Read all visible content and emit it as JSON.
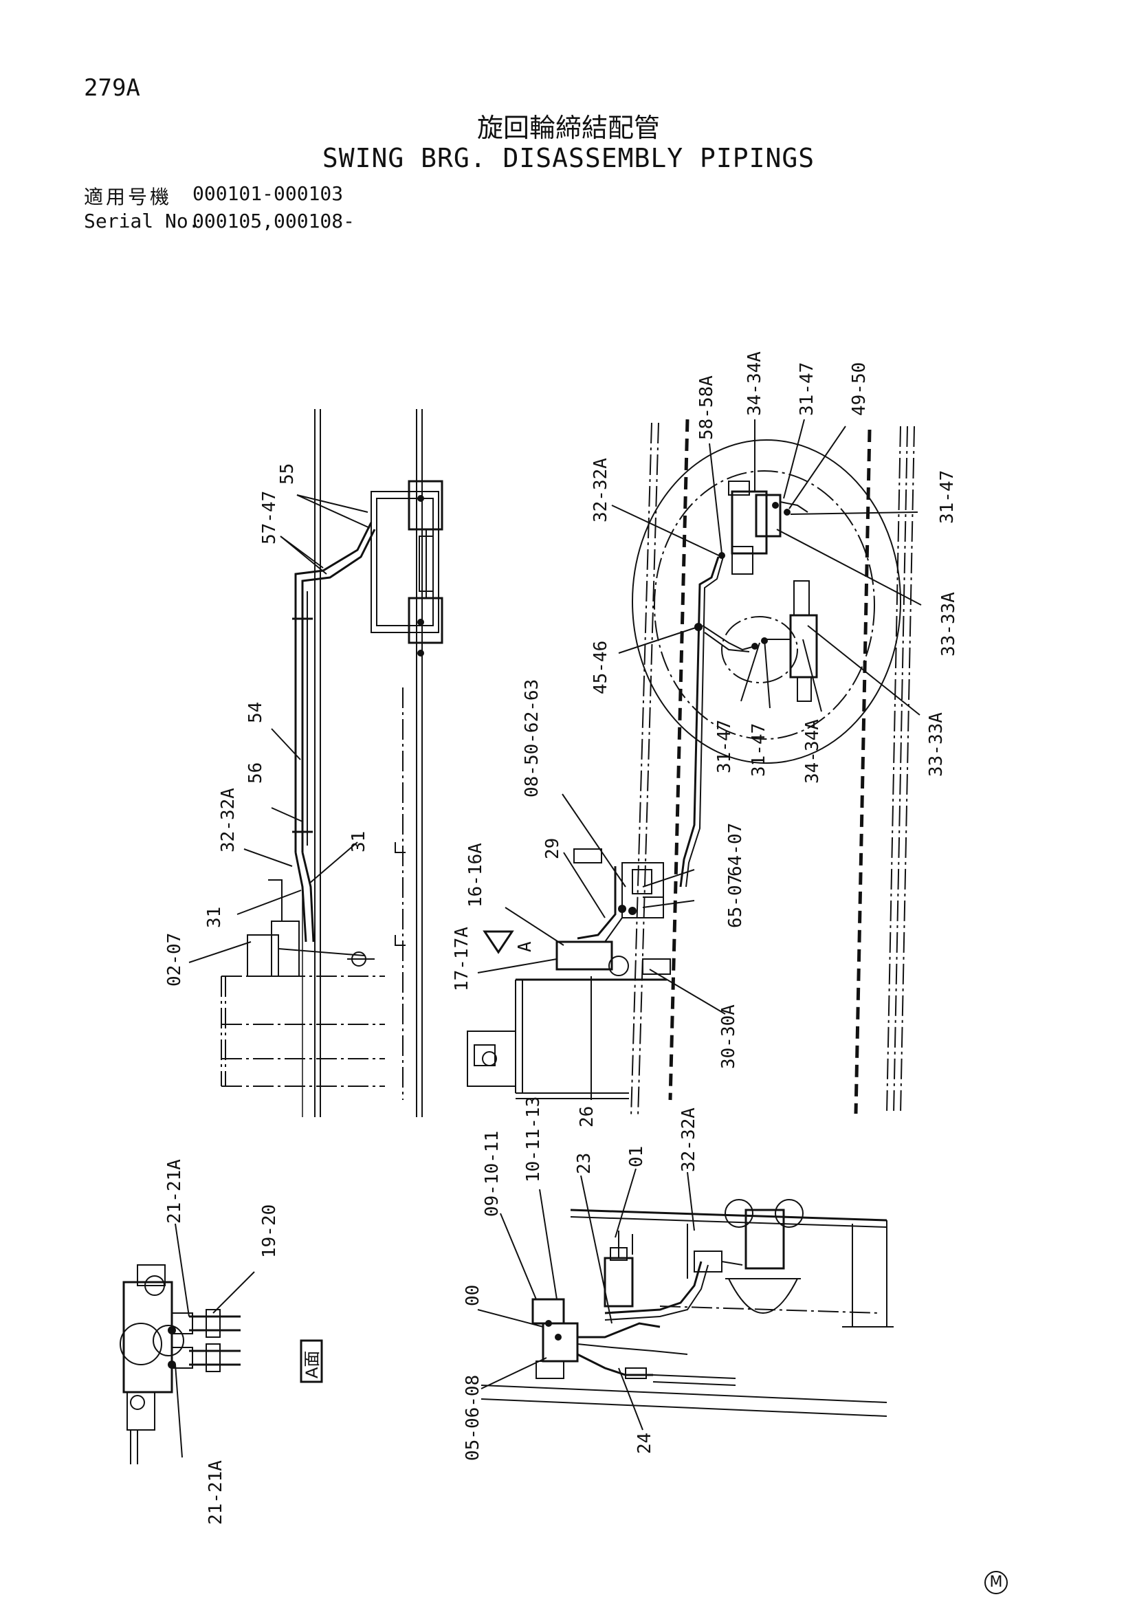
{
  "header": {
    "page_number": "279A",
    "title_jp": "旋回輪締結配管",
    "title_en": "SWING BRG. DISASSEMBLY PIPINGS",
    "serial_label_jp": "適用号機",
    "serial_label_en": "Serial No.",
    "serial_range_1": "000101-000103",
    "serial_range_2": "000105,000108-"
  },
  "view_label": "A面",
  "arrow_label": "A",
  "corner_mark": "M",
  "callouts": {
    "c55": "55",
    "c57_47": "57-47",
    "c54": "54",
    "c56": "56",
    "c32_32a_left": "32-32A",
    "c31_a": "31",
    "c31_b": "31",
    "c02_07": "02-07",
    "c58_58a": "58-58A",
    "c34_34a_top": "34-34A",
    "c31_47_top": "31-47",
    "c49_50": "49-50",
    "c31_47_right": "31-47",
    "c32_32a_mid": "32-32A",
    "c33_33a_a": "33-33A",
    "c33_33a_b": "33-33A",
    "c45_46": "45-46",
    "c31_47_b": "31-47",
    "c31_47_c": "31-47",
    "c34_34a_bottom": "34-34A",
    "c08_50_62_63": "08-50-62-63",
    "c29": "29",
    "c16_16a": "16-16A",
    "c64_07": "64-07",
    "c65_07": "65-07",
    "c17_17a": "17-17A",
    "c30_30a": "30-30A",
    "c26": "26",
    "c21_21a_top": "21-21A",
    "c19_20": "19-20",
    "c21_21a_bottom": "21-21A",
    "c09_10_11": "09-10-11",
    "c10_11_13": "10-11-13",
    "c23": "23",
    "c01": "01",
    "c32_32a_bottom": "32-32A",
    "c00": "00",
    "c05_06_08": "05-06-08",
    "c24": "24"
  }
}
